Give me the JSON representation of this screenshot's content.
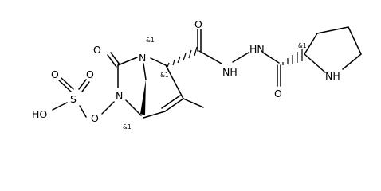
{
  "molecule": {
    "atoms": {
      "o_ketone": "O",
      "n_bridge": "N",
      "n_urea": "N",
      "o_ring": "O",
      "s_sulfate": "S",
      "o_sulfate_up_left": "O",
      "o_sulfate_up_right": "O",
      "oh_sulfate": "HO",
      "o_amide_1": "O",
      "nh_1": "NH",
      "nh_2": "HN",
      "o_amide_2": "O",
      "nh_pyrrolidine": "NH"
    },
    "stereo_labels": {
      "n_bridge": "&1",
      "c_alpha": "&1",
      "c_bridgehead": "&1",
      "c_proline": "&1"
    }
  }
}
